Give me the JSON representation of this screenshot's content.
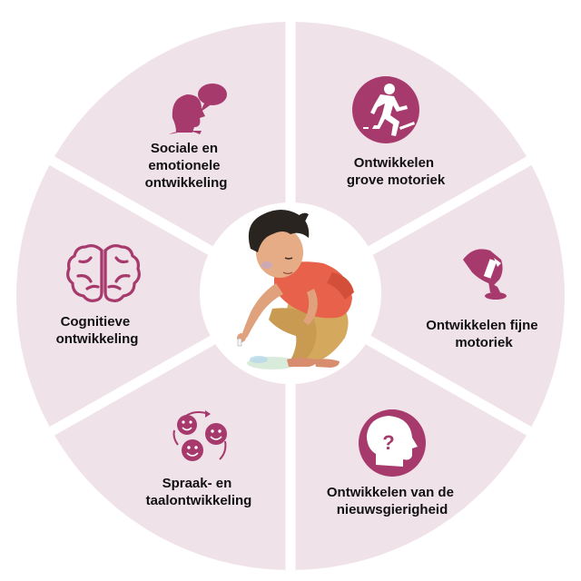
{
  "colors": {
    "segment_fill": "#f0e2e9",
    "divider": "#ffffff",
    "accent": "#a73a6c",
    "center_fill": "#ffffff",
    "text": "#111111"
  },
  "segments": [
    {
      "id": "social",
      "icon": "speech-person-icon",
      "lines": [
        "Sociale en",
        "emotionele",
        "ontwikkeling"
      ]
    },
    {
      "id": "gross-motor",
      "icon": "running-child-icon",
      "lines": [
        "Ontwikkelen",
        "grove motoriek"
      ]
    },
    {
      "id": "fine-motor",
      "icon": "hand-pencil-icon",
      "lines": [
        "Ontwikkelen fijne",
        "motoriek"
      ]
    },
    {
      "id": "curiosity",
      "icon": "head-question-icon",
      "lines": [
        "Ontwikkelen van de",
        "nieuwsgierigheid"
      ]
    },
    {
      "id": "language",
      "icon": "smiley-faces-icon",
      "lines": [
        "Spraak- en",
        "taalontwikkeling"
      ]
    },
    {
      "id": "cognitive",
      "icon": "brain-icon",
      "lines": [
        "Cognitieve",
        "ontwikkeling"
      ]
    }
  ],
  "center": {
    "illustration": "child-drawing-illustration"
  }
}
